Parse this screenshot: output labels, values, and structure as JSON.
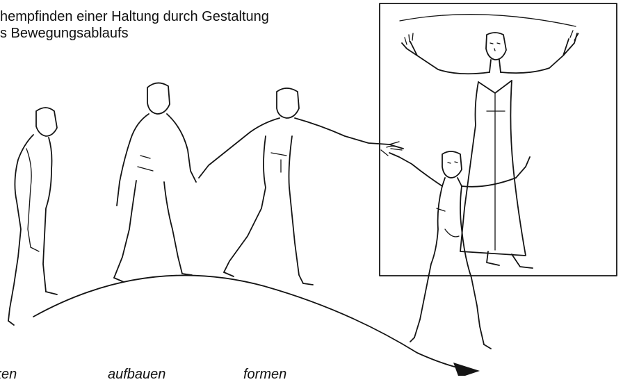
{
  "heading": {
    "line1": "hempfinden einer Haltung durch Gestaltung",
    "line2": "s Bewegungsablaufs"
  },
  "captions": [
    "cken",
    "aufbauen",
    "formen"
  ]
}
